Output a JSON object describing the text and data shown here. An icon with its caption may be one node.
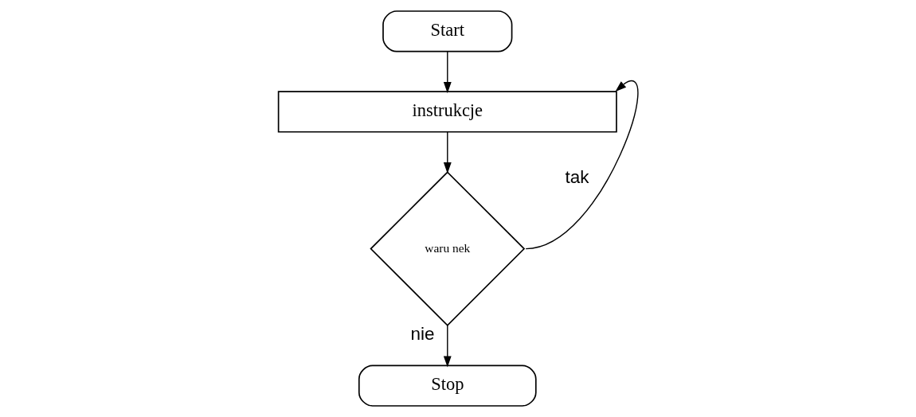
{
  "diagram": {
    "nodes": [
      {
        "text": [
          "Start"
        ]
      },
      {
        "text": [
          "instrukcje"
        ]
      },
      {
        "text": [
          "waru nek"
        ]
      },
      {
        "text": [
          "Stop"
        ]
      }
    ],
    "edges": [
      {
        "from": 0,
        "to": 1,
        "arrow": "to"
      },
      {
        "from": 1,
        "to": 2,
        "arrow": "to"
      },
      {
        "from": 2,
        "to": 1,
        "arrow": "to",
        "label": "tak"
      },
      {
        "from": 2,
        "to": 3,
        "arrow": "to",
        "label": "nie"
      }
    ]
  }
}
